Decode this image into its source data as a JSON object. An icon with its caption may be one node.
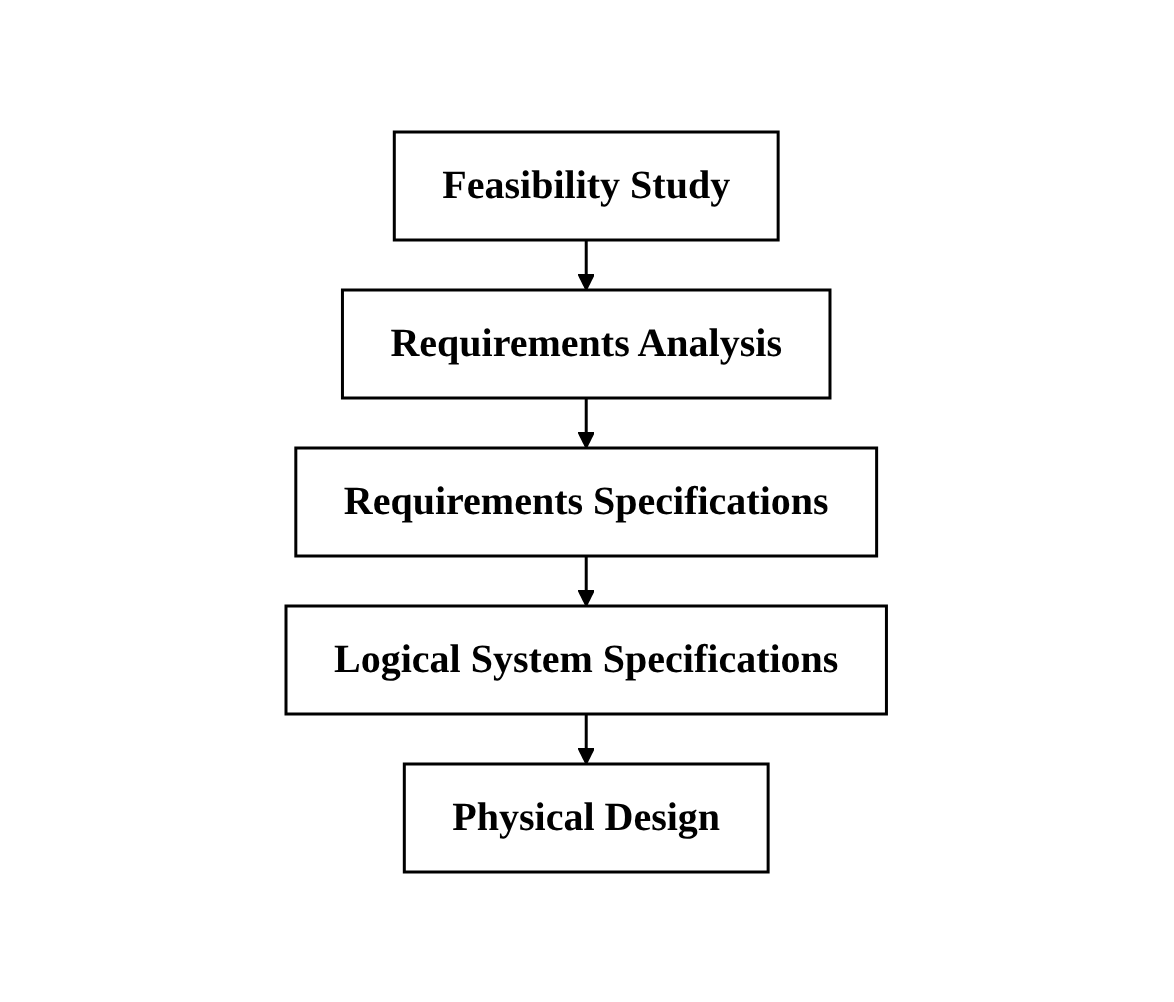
{
  "diagram": {
    "nodes": [
      {
        "text": [
          "Feasibility Study"
        ]
      },
      {
        "text": [
          "Requirements Analysis"
        ]
      },
      {
        "text": [
          "Requirements Specifications"
        ]
      },
      {
        "text": [
          "Logical System Specifications"
        ]
      },
      {
        "text": [
          "Physical Design"
        ]
      }
    ],
    "edges": [
      {
        "from": 0,
        "to": 1,
        "arrow": "to"
      },
      {
        "from": 1,
        "to": 2,
        "arrow": "to"
      },
      {
        "from": 2,
        "to": 3,
        "arrow": "to"
      },
      {
        "from": 3,
        "to": 4,
        "arrow": "to"
      }
    ]
  }
}
